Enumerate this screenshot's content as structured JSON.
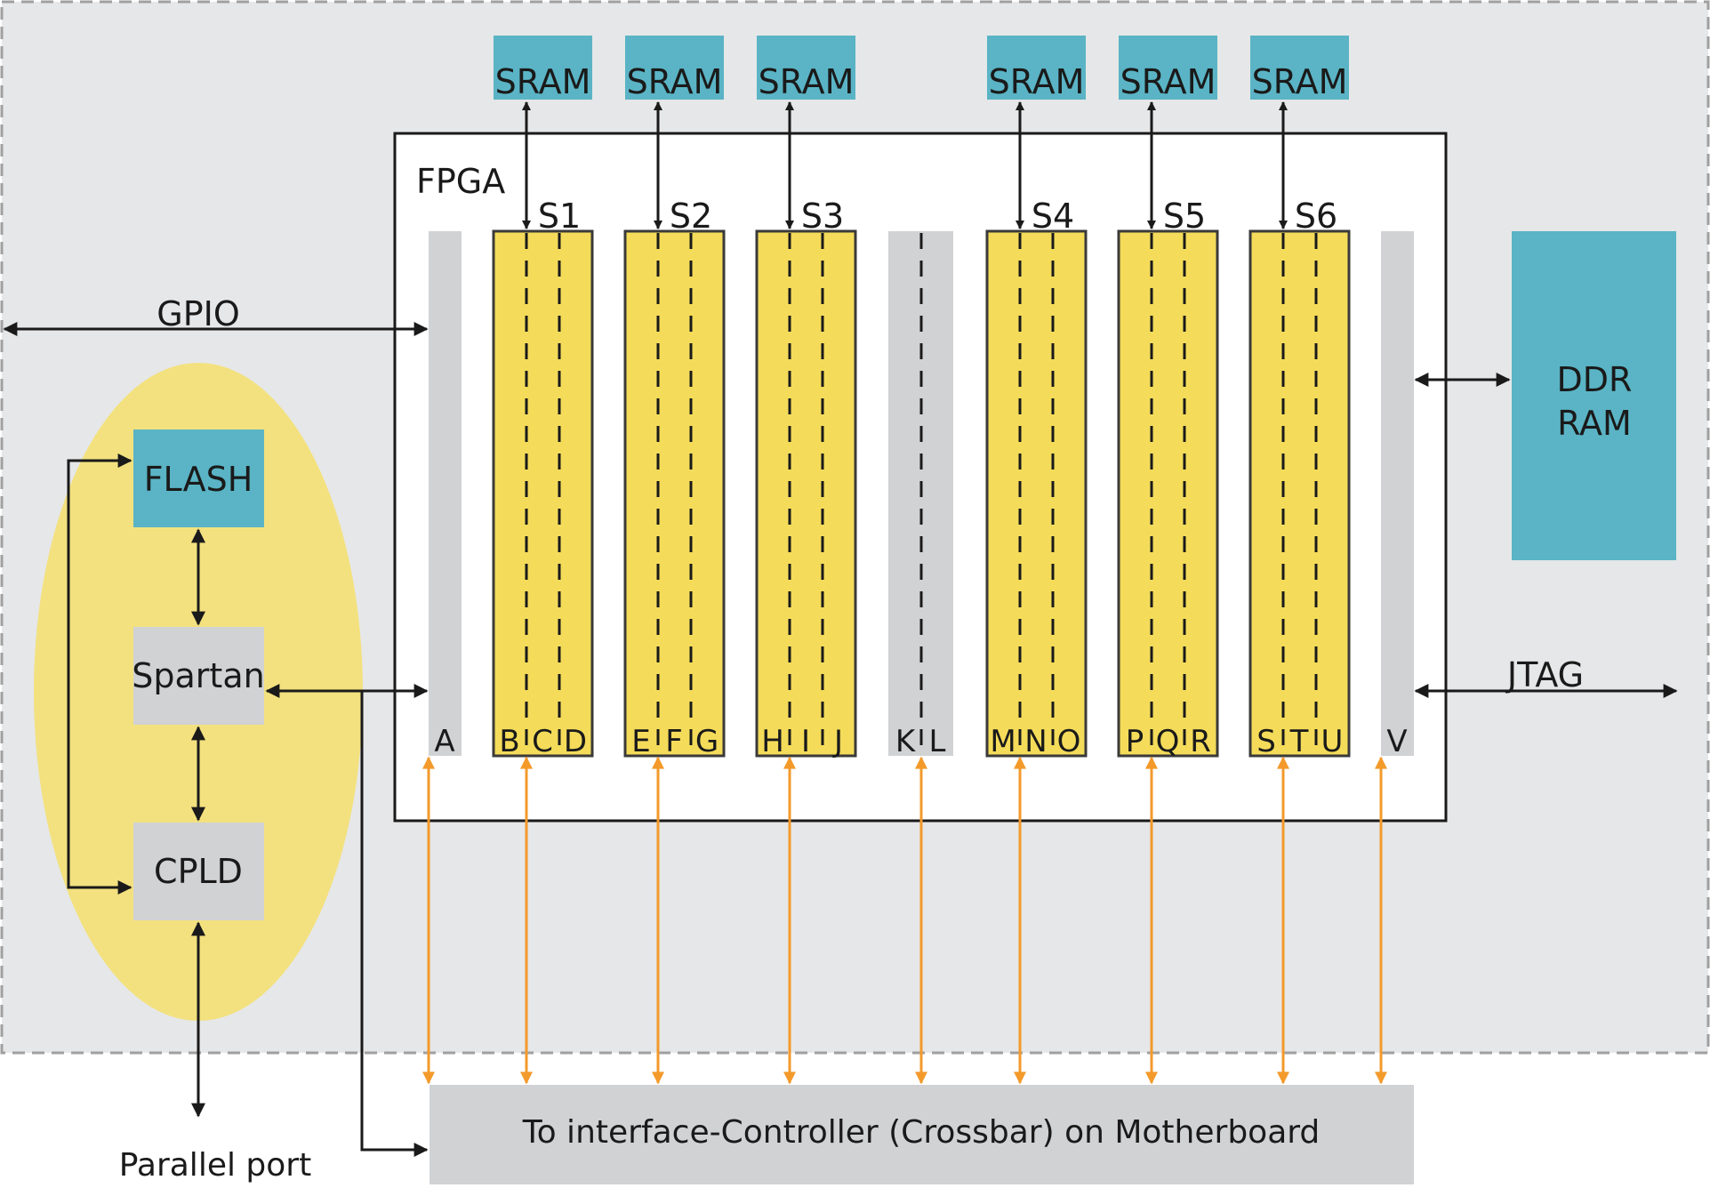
{
  "sram_label": "SRAM",
  "fpga_label": "FPGA",
  "slices": [
    "S1",
    "S2",
    "S3",
    "S4",
    "S5",
    "S6"
  ],
  "column_letters": [
    "A",
    "B",
    "C",
    "D",
    "E",
    "F",
    "G",
    "H",
    "I",
    "J",
    "K",
    "L",
    "M",
    "N",
    "O",
    "P",
    "Q",
    "R",
    "S",
    "T",
    "U",
    "V"
  ],
  "gpio_label": "GPIO",
  "jtag_label": "JTAG",
  "ddr": {
    "line1": "DDR",
    "line2": "RAM"
  },
  "flash_label": "FLASH",
  "spartan_label": "Spartan",
  "cpld_label": "CPLD",
  "parallel_port_label": "Parallel port",
  "motherboard_label": "To interface-Controller (Crossbar) on Motherboard",
  "colors": {
    "board_bg": "#e6e7e8",
    "board_border": "#a0a0a0",
    "teal": "#5ab4c5",
    "yellow_block": "#f4dc5a",
    "yellow_ellipse": "#f3e17f",
    "grey_bar": "#d1d2d4",
    "orange": "#f39a2b",
    "black": "#1a1a1a"
  }
}
